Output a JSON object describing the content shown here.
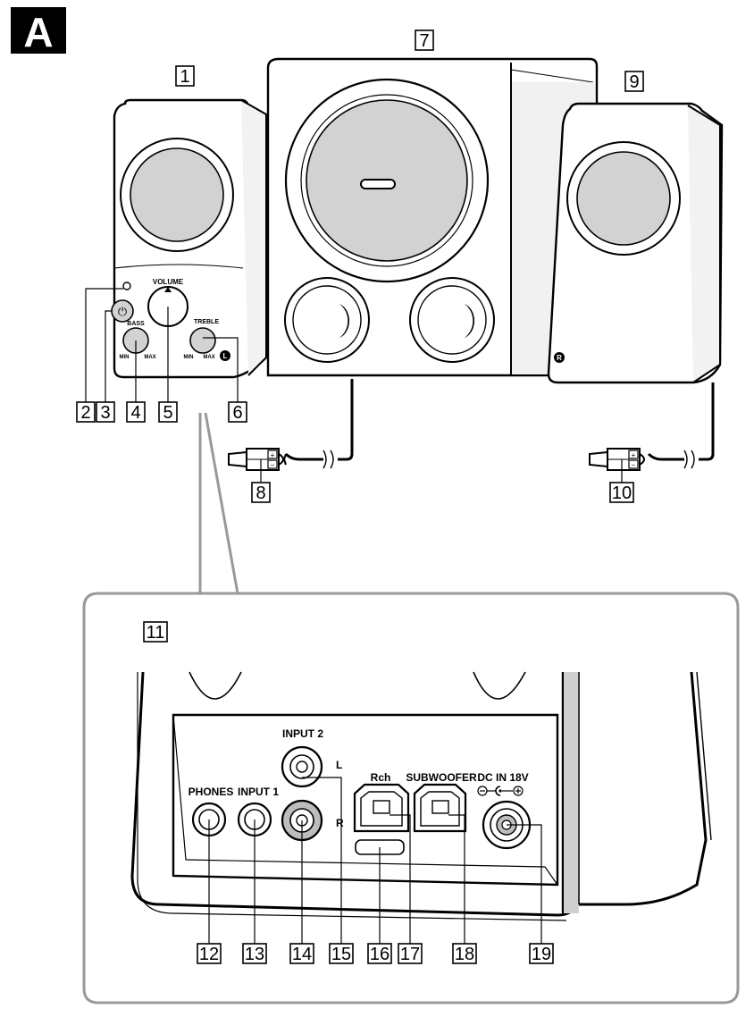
{
  "section_letter": "A",
  "callouts": [
    "1",
    "2",
    "3",
    "4",
    "5",
    "6",
    "7",
    "8",
    "9",
    "10",
    "11",
    "12",
    "13",
    "14",
    "15",
    "16",
    "17",
    "18",
    "19"
  ],
  "control_labels": {
    "volume": "VOLUME",
    "bass": "BASS",
    "treble": "TREBLE",
    "bass_min": "MIN",
    "bass_max": "MAX",
    "treble_min": "MIN",
    "treble_max": "MAX",
    "left_mark": "L",
    "right_mark": "R"
  },
  "panel_labels": {
    "input2": "INPUT 2",
    "input2_l": "L",
    "input2_r": "R",
    "rch": "Rch",
    "subwoofer": "SUBWOOFER",
    "dc_in": "DC IN 18V",
    "phones": "PHONES",
    "input1": "INPUT 1"
  },
  "plug_marks": {
    "plus": "+",
    "minus": "−"
  }
}
